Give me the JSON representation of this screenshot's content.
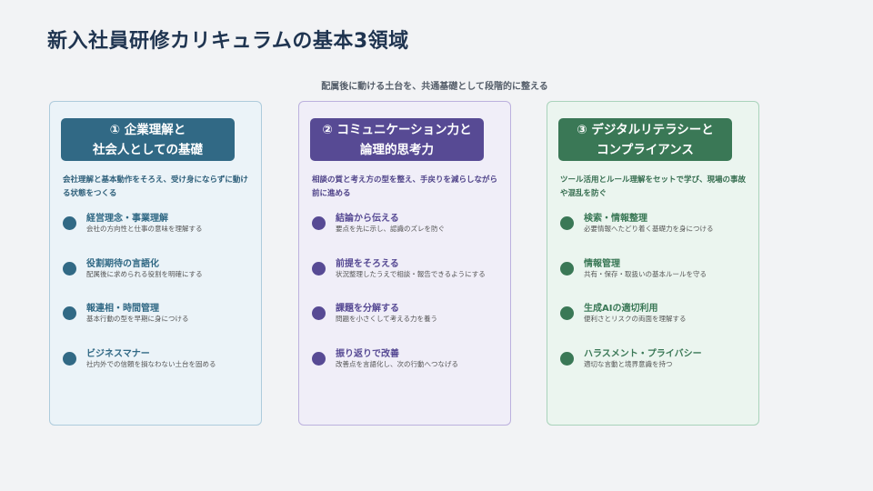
{
  "title": "新入社員研修カリキュラムの基本3領域",
  "subtitle": "配属後に動ける土台を、共通基礎として段階的に整える",
  "colors": {
    "c1": "#316985",
    "c2": "#574a94",
    "c3": "#3a7856"
  },
  "cards": [
    {
      "heading_line1": "① 企業理解と",
      "heading_line2": "社会人としての基礎",
      "desc": "会社理解と基本動作をそろえ、受け身にならずに動ける状態をつくる",
      "items": [
        {
          "title": "経営理念・事業理解",
          "sub": "会社の方向性と仕事の意味を理解する"
        },
        {
          "title": "役割期待の言語化",
          "sub": "配属後に求められる役割を明確にする"
        },
        {
          "title": "報連相・時間管理",
          "sub": "基本行動の型を早期に身につける"
        },
        {
          "title": "ビジネスマナー",
          "sub": "社内外での信頼を損なわない土台を固める"
        }
      ]
    },
    {
      "heading_line1": "② コミュニケーション力と",
      "heading_line2": "論理的思考力",
      "desc": "相談の質と考え方の型を整え、手戻りを減らしながら前に進める",
      "items": [
        {
          "title": "結論から伝える",
          "sub": "要点を先に示し、認識のズレを防ぐ"
        },
        {
          "title": "前提をそろえる",
          "sub": "状況整理したうえで相談・報告できるようにする"
        },
        {
          "title": "課題を分解する",
          "sub": "問題を小さくして考える力を養う"
        },
        {
          "title": "振り返りで改善",
          "sub": "改善点を言語化し、次の行動へつなげる"
        }
      ]
    },
    {
      "heading_line1": "③ デジタルリテラシーと",
      "heading_line2": "コンプライアンス",
      "desc": "ツール活用とルール理解をセットで学び、現場の事故や混乱を防ぐ",
      "items": [
        {
          "title": "検索・情報整理",
          "sub": "必要情報へたどり着く基礎力を身につける"
        },
        {
          "title": "情報管理",
          "sub": "共有・保存・取扱いの基本ルールを守る"
        },
        {
          "title": "生成AIの適切利用",
          "sub": "便利さとリスクの両面を理解する"
        },
        {
          "title": "ハラスメント・プライバシー",
          "sub": "適切な言動と境界意識を持つ"
        }
      ]
    }
  ]
}
